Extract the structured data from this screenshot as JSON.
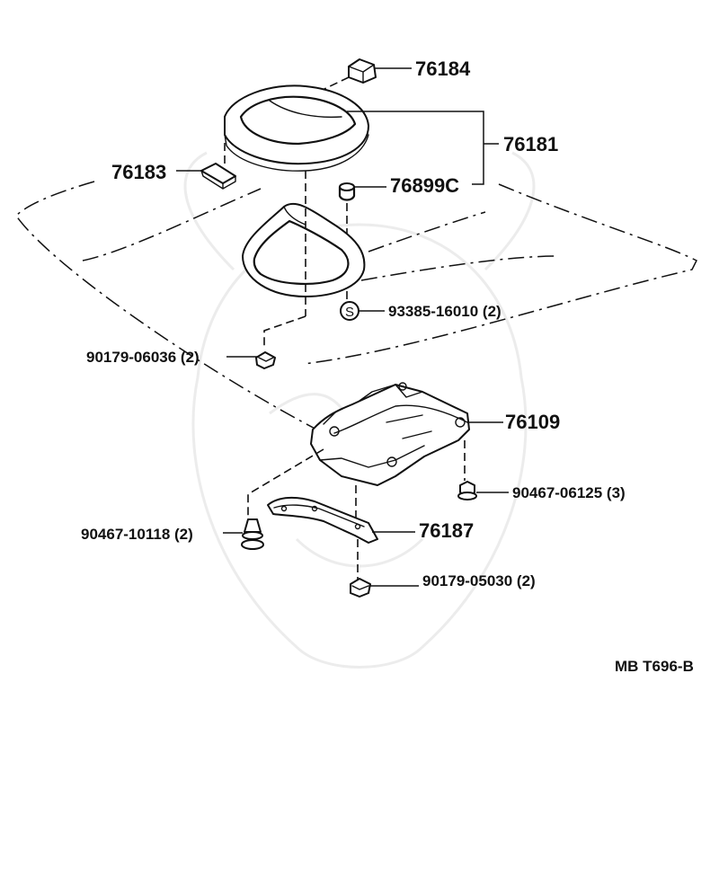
{
  "diagram": {
    "code": "MB  T696-B",
    "labels": {
      "p76184": "76184",
      "p76181": "76181",
      "p76183": "76183",
      "p76899c": "76899C",
      "p93385": "93385-16010 (2)",
      "p90179a": "90179-06036 (2)",
      "p76109": "76109",
      "p90467a": "90467-06125 (3)",
      "p90467b": "90467-10118 (2)",
      "p76187": "76187",
      "p90179b": "90179-05030 (2)"
    },
    "symbol_s": "S"
  }
}
